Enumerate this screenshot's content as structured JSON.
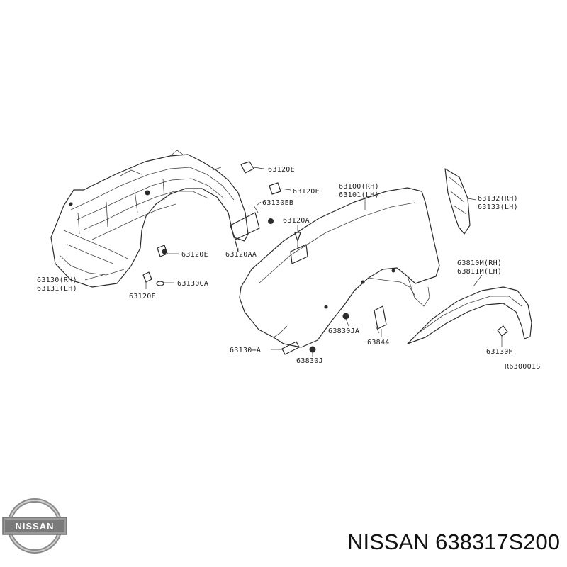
{
  "diagram": {
    "callouts": [
      {
        "id": "c-63120e-top",
        "text": "63120E"
      },
      {
        "id": "c-63120e-mid",
        "text": "63120E"
      },
      {
        "id": "c-63130eb",
        "text": "63130EB"
      },
      {
        "id": "c-63120a",
        "text": "63120A"
      },
      {
        "id": "c-63120e-left",
        "text": "63120E"
      },
      {
        "id": "c-63120aa",
        "text": "63120AA"
      },
      {
        "id": "c-63130ga",
        "text": "63130GA"
      },
      {
        "id": "c-63120e-low",
        "text": "63120E"
      },
      {
        "id": "c-63130-rh",
        "text": "63130(RH)"
      },
      {
        "id": "c-63131-lh",
        "text": "63131(LH)"
      },
      {
        "id": "c-63100-rh",
        "text": "63100(RH)"
      },
      {
        "id": "c-63101-lh",
        "text": "63101(LH)"
      },
      {
        "id": "c-63132-rh",
        "text": "63132(RH)"
      },
      {
        "id": "c-63133-lh",
        "text": "63133(LH)"
      },
      {
        "id": "c-63810m-rh",
        "text": "63810M(RH)"
      },
      {
        "id": "c-63811m-lh",
        "text": "63811M(LH)"
      },
      {
        "id": "c-63830ja",
        "text": "63830JA"
      },
      {
        "id": "c-63844",
        "text": "63844"
      },
      {
        "id": "c-63130a",
        "text": "63130+A"
      },
      {
        "id": "c-63830j",
        "text": "63830J"
      },
      {
        "id": "c-63130h",
        "text": "63130H"
      }
    ],
    "ref_code": "R630001S"
  },
  "footer": {
    "brand_logo_text": "NISSAN",
    "part_label": "NISSAN 638317S200"
  }
}
